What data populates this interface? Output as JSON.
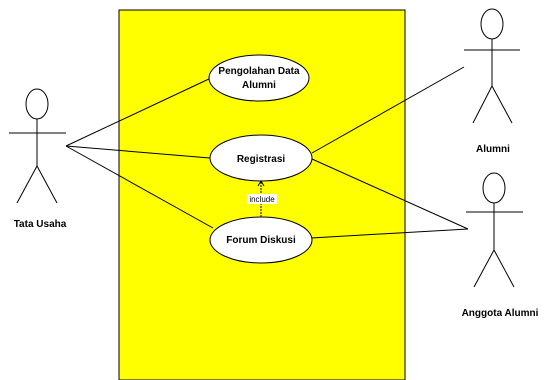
{
  "diagram": {
    "actors": [
      {
        "id": "tata-usaha",
        "label": "Tata Usaha"
      },
      {
        "id": "alumni",
        "label": "Alumni"
      },
      {
        "id": "anggota-alumni",
        "label": "Anggota Alumni"
      }
    ],
    "use_cases": [
      {
        "id": "pengolahan",
        "label_lines": [
          "Pengolahan Data",
          "Alumni"
        ]
      },
      {
        "id": "registrasi",
        "label_lines": [
          "Registrasi"
        ]
      },
      {
        "id": "forum",
        "label_lines": [
          "Forum Diskusi"
        ]
      }
    ],
    "associations": [
      [
        "tata-usaha",
        "pengolahan"
      ],
      [
        "tata-usaha",
        "registrasi"
      ],
      [
        "tata-usaha",
        "forum"
      ],
      [
        "alumni",
        "registrasi"
      ],
      [
        "anggota-alumni",
        "registrasi"
      ],
      [
        "anggota-alumni",
        "forum"
      ]
    ],
    "include": {
      "from": "forum",
      "to": "registrasi",
      "label": "include"
    },
    "colors": {
      "system_boundary": "#ffff00",
      "ellipse_fill": "#ffffff",
      "stroke": "#000000"
    }
  }
}
